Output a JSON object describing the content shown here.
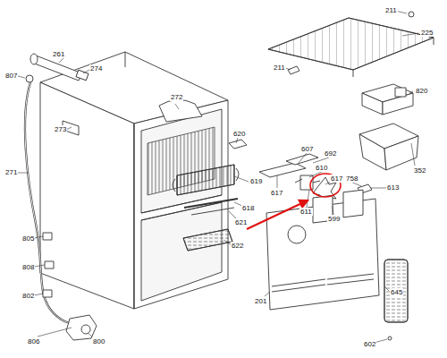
{
  "diagram": {
    "labels": [
      "807",
      "261",
      "274",
      "211",
      "225",
      "211",
      "820",
      "272",
      "273",
      "271",
      "620",
      "607",
      "692",
      "352",
      "610",
      "619",
      "617",
      "758",
      "613",
      "617",
      "618",
      "621",
      "611",
      "599",
      "622",
      "805",
      "808",
      "802",
      "806",
      "800",
      "201",
      "645",
      "602"
    ]
  }
}
